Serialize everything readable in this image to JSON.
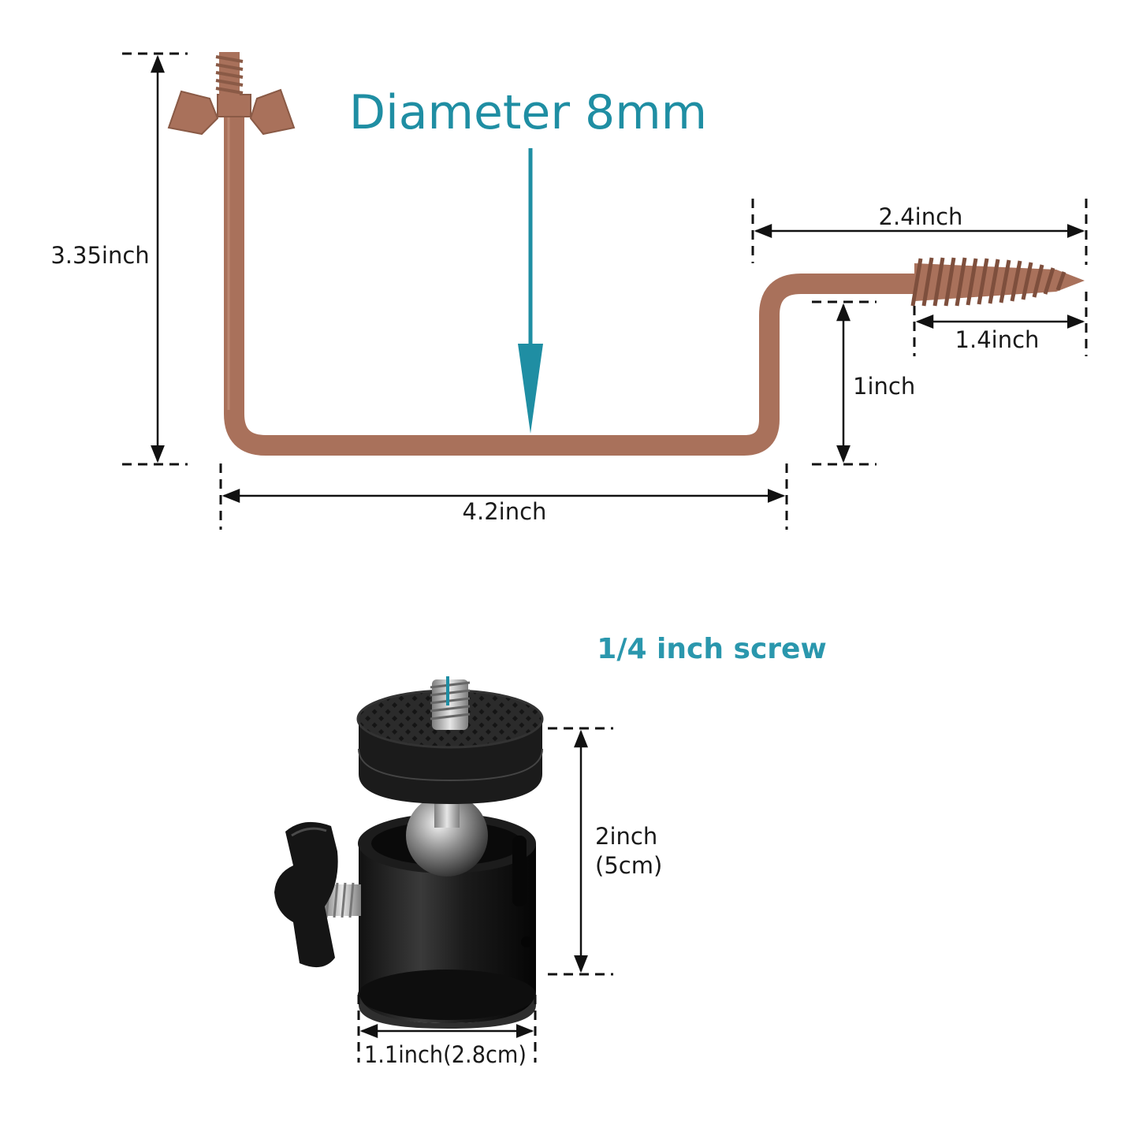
{
  "hook": {
    "diameter_label": "Diameter 8mm",
    "height_label": "3.35inch",
    "width_label": "4.2inch",
    "arm_length_label": "2.4inch",
    "screw_length_label": "1.4inch",
    "offset_label": "1inch",
    "color": "#a9715b"
  },
  "ball_head": {
    "screw_label": "1/4 inch screw",
    "height_label_1": "2inch",
    "height_label_2": "(5cm)",
    "width_label": "1.1inch(2.8cm)"
  },
  "accent_color": "#1f8ea3"
}
